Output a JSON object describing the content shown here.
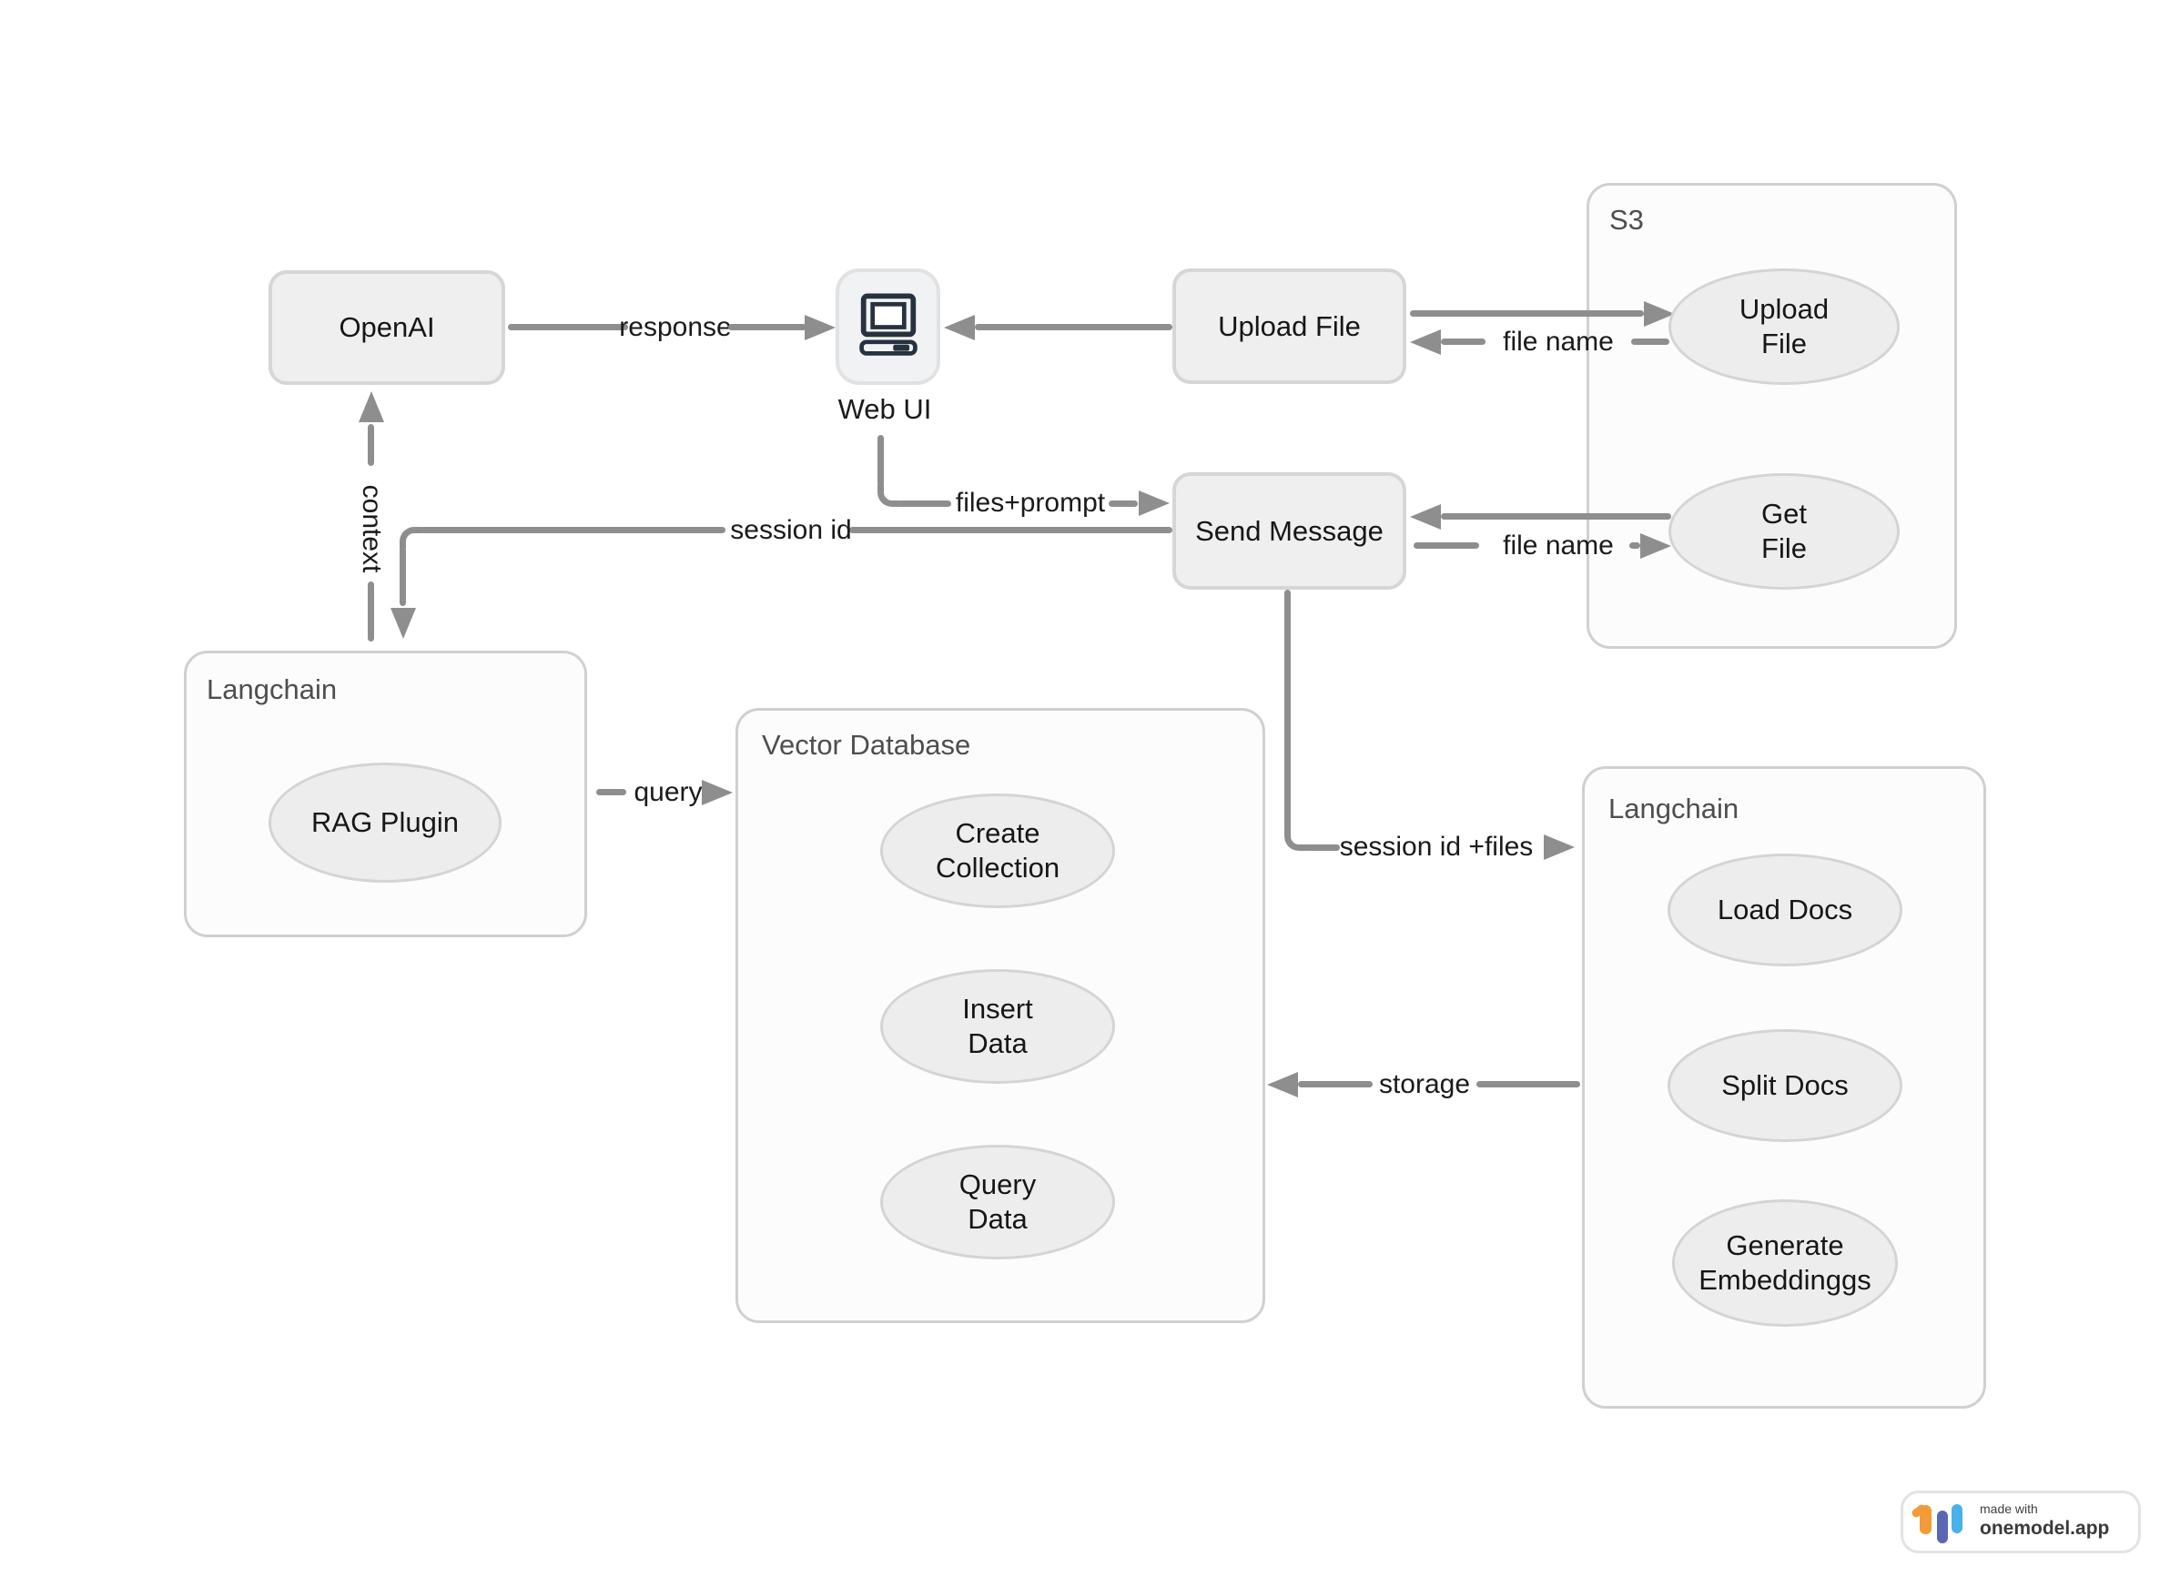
{
  "nodes": {
    "openai": {
      "label": "OpenAI"
    },
    "upload_file": {
      "label": "Upload File"
    },
    "send_message": {
      "label": "Send Message"
    },
    "web_ui": {
      "label": "Web UI"
    }
  },
  "containers": {
    "s3": {
      "label": "S3"
    },
    "langchain_left": {
      "label": "Langchain"
    },
    "vector_db": {
      "label": "Vector Database"
    },
    "langchain_right": {
      "label": "Langchain"
    }
  },
  "ellipses": {
    "s3_upload_file": {
      "label": "Upload\nFile"
    },
    "s3_get_file": {
      "label": "Get\nFile"
    },
    "rag_plugin": {
      "label": "RAG Plugin"
    },
    "create_collection": {
      "label": "Create\nCollection"
    },
    "insert_data": {
      "label": "Insert\nData"
    },
    "query_data": {
      "label": "Query\nData"
    },
    "load_docs": {
      "label": "Load Docs"
    },
    "split_docs": {
      "label": "Split Docs"
    },
    "generate_embeddings": {
      "label": "Generate\nEmbeddinggs"
    }
  },
  "edge_labels": {
    "response": "response",
    "file_name_upload": "file name",
    "file_name_get": "file name",
    "files_prompt": "files+prompt",
    "session_id": "session id",
    "context": "context",
    "query": "query",
    "session_id_files": "session id +files",
    "storage": "storage"
  },
  "icons": {
    "web_ui_icon": "computer-icon",
    "badge_logo": "bar-chart-logo-icon"
  },
  "badge": {
    "made_with": "made with",
    "brand": "onemodel.app"
  },
  "colors": {
    "arrow": "#8e8e8e",
    "node_fill": "#efefef",
    "node_border": "#d6d6d6",
    "container_fill": "#fcfcfc",
    "container_border": "#d0d0d0",
    "ellipse_fill": "#ededed",
    "ellipse_border": "#d4d4d4",
    "icon_dark": "#273240",
    "logo_orange": "#f29b38",
    "logo_indigo": "#5b67b5",
    "logo_blue": "#47b1e8"
  }
}
